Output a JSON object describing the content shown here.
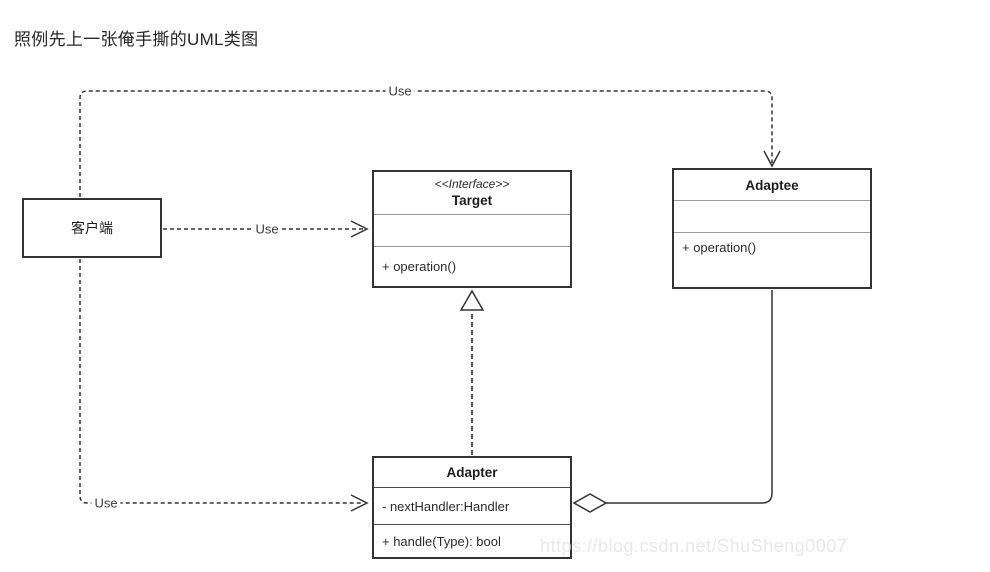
{
  "page": {
    "title": "照例先上一张俺手撕的UML类图",
    "watermark": "https://blog.csdn.net/ShuSheng0007"
  },
  "diagram": {
    "type": "uml-class-diagram",
    "classes": {
      "client": {
        "name": "客户端"
      },
      "target": {
        "stereotype": "<<Interface>>",
        "name": "Target",
        "attributes": "",
        "methods": "+ operation()"
      },
      "adaptee": {
        "name": "Adaptee",
        "attributes": "",
        "methods": "+ operation()"
      },
      "adapter": {
        "name": "Adapter",
        "attributes": "- nextHandler:Handler",
        "methods": "+ handle(Type): bool"
      }
    },
    "edges": [
      {
        "from": "client",
        "to": "adaptee",
        "type": "dashed-dependency",
        "label": "Use"
      },
      {
        "from": "client",
        "to": "target",
        "type": "dashed-dependency",
        "label": "Use"
      },
      {
        "from": "client",
        "to": "adapter",
        "type": "dashed-dependency",
        "label": "Use"
      },
      {
        "from": "adapter",
        "to": "target",
        "type": "realization",
        "label": ""
      },
      {
        "from": "adapter",
        "to": "adaptee",
        "type": "aggregation",
        "label": ""
      }
    ],
    "colors": {
      "line": "#333333",
      "divider": "#9a9a9a",
      "text": "#222222",
      "watermark": "#e8e8e8"
    }
  }
}
